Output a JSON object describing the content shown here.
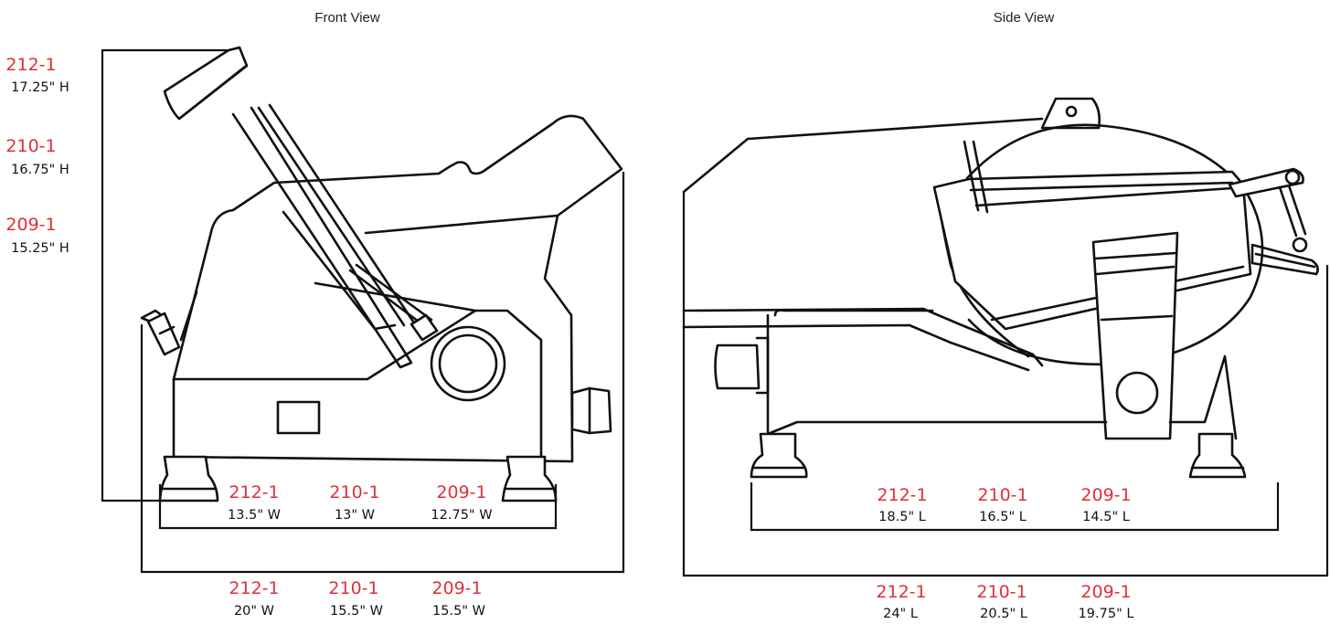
{
  "titles": {
    "front": "Front View",
    "side": "Side View"
  },
  "colors": {
    "model": "#e0303a",
    "line": "#111111"
  },
  "height_specs": [
    {
      "model": "212-1",
      "value": "17.25\" H"
    },
    {
      "model": "210-1",
      "value": "16.75\" H"
    },
    {
      "model": "209-1",
      "value": "15.25\" H"
    }
  ],
  "front_inner_width": [
    {
      "model": "212-1",
      "value": "13.5\" W"
    },
    {
      "model": "210-1",
      "value": "13\" W"
    },
    {
      "model": "209-1",
      "value": "12.75\" W"
    }
  ],
  "front_outer_width": [
    {
      "model": "212-1",
      "value": "20\" W"
    },
    {
      "model": "210-1",
      "value": "15.5\" W"
    },
    {
      "model": "209-1",
      "value": "15.5\" W"
    }
  ],
  "side_inner_length": [
    {
      "model": "212-1",
      "value": "18.5\" L"
    },
    {
      "model": "210-1",
      "value": "16.5\" L"
    },
    {
      "model": "209-1",
      "value": "14.5\" L"
    }
  ],
  "side_outer_length": [
    {
      "model": "212-1",
      "value": "24\" L"
    },
    {
      "model": "210-1",
      "value": "20.5\" L"
    },
    {
      "model": "209-1",
      "value": "19.75\" L"
    }
  ]
}
